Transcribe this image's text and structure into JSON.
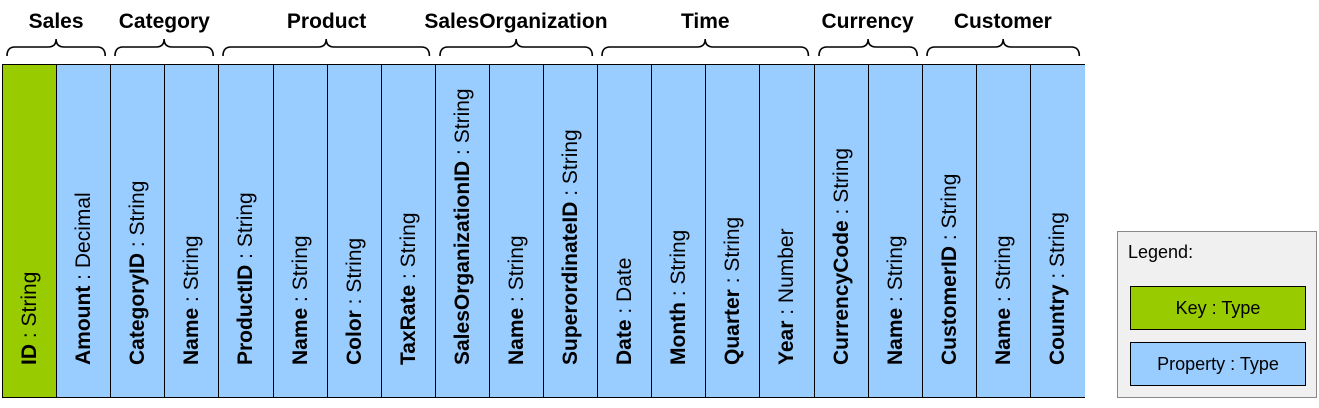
{
  "groups": [
    {
      "label": "Sales",
      "columns": [
        {
          "name": "ID",
          "type": "String",
          "key": true
        },
        {
          "name": "Amount",
          "type": "Decimal",
          "key": false
        }
      ]
    },
    {
      "label": "Category",
      "columns": [
        {
          "name": "CategoryID",
          "type": "String",
          "key": false
        },
        {
          "name": "Name",
          "type": "String",
          "key": false
        }
      ]
    },
    {
      "label": "Product",
      "columns": [
        {
          "name": "ProductID",
          "type": "String",
          "key": false
        },
        {
          "name": "Name",
          "type": "String",
          "key": false
        },
        {
          "name": "Color",
          "type": "String",
          "key": false
        },
        {
          "name": "TaxRate",
          "type": "String",
          "key": false
        }
      ]
    },
    {
      "label": "SalesOrganization",
      "columns": [
        {
          "name": "SalesOrganizationID",
          "type": "String",
          "key": false
        },
        {
          "name": "Name",
          "type": "String",
          "key": false
        },
        {
          "name": "SuperordinateID",
          "type": "String",
          "key": false
        }
      ]
    },
    {
      "label": "Time",
      "columns": [
        {
          "name": "Date",
          "type": "Date",
          "key": false
        },
        {
          "name": "Month",
          "type": "String",
          "key": false
        },
        {
          "name": "Quarter",
          "type": "String",
          "key": false
        },
        {
          "name": "Year",
          "type": "Number",
          "key": false
        }
      ]
    },
    {
      "label": "Currency",
      "columns": [
        {
          "name": "CurrencyCode",
          "type": "String",
          "key": false
        },
        {
          "name": "Name",
          "type": "String",
          "key": false
        }
      ]
    },
    {
      "label": "Customer",
      "columns": [
        {
          "name": "CustomerID",
          "type": "String",
          "key": false
        },
        {
          "name": "Name",
          "type": "String",
          "key": false
        },
        {
          "name": "Country",
          "type": "String",
          "key": false
        }
      ]
    }
  ],
  "separator": " : ",
  "legend": {
    "title": "Legend:",
    "key_label": "Key : Type",
    "property_label": "Property : Type"
  },
  "colors": {
    "key": "#99cc00",
    "property": "#99ccff"
  }
}
